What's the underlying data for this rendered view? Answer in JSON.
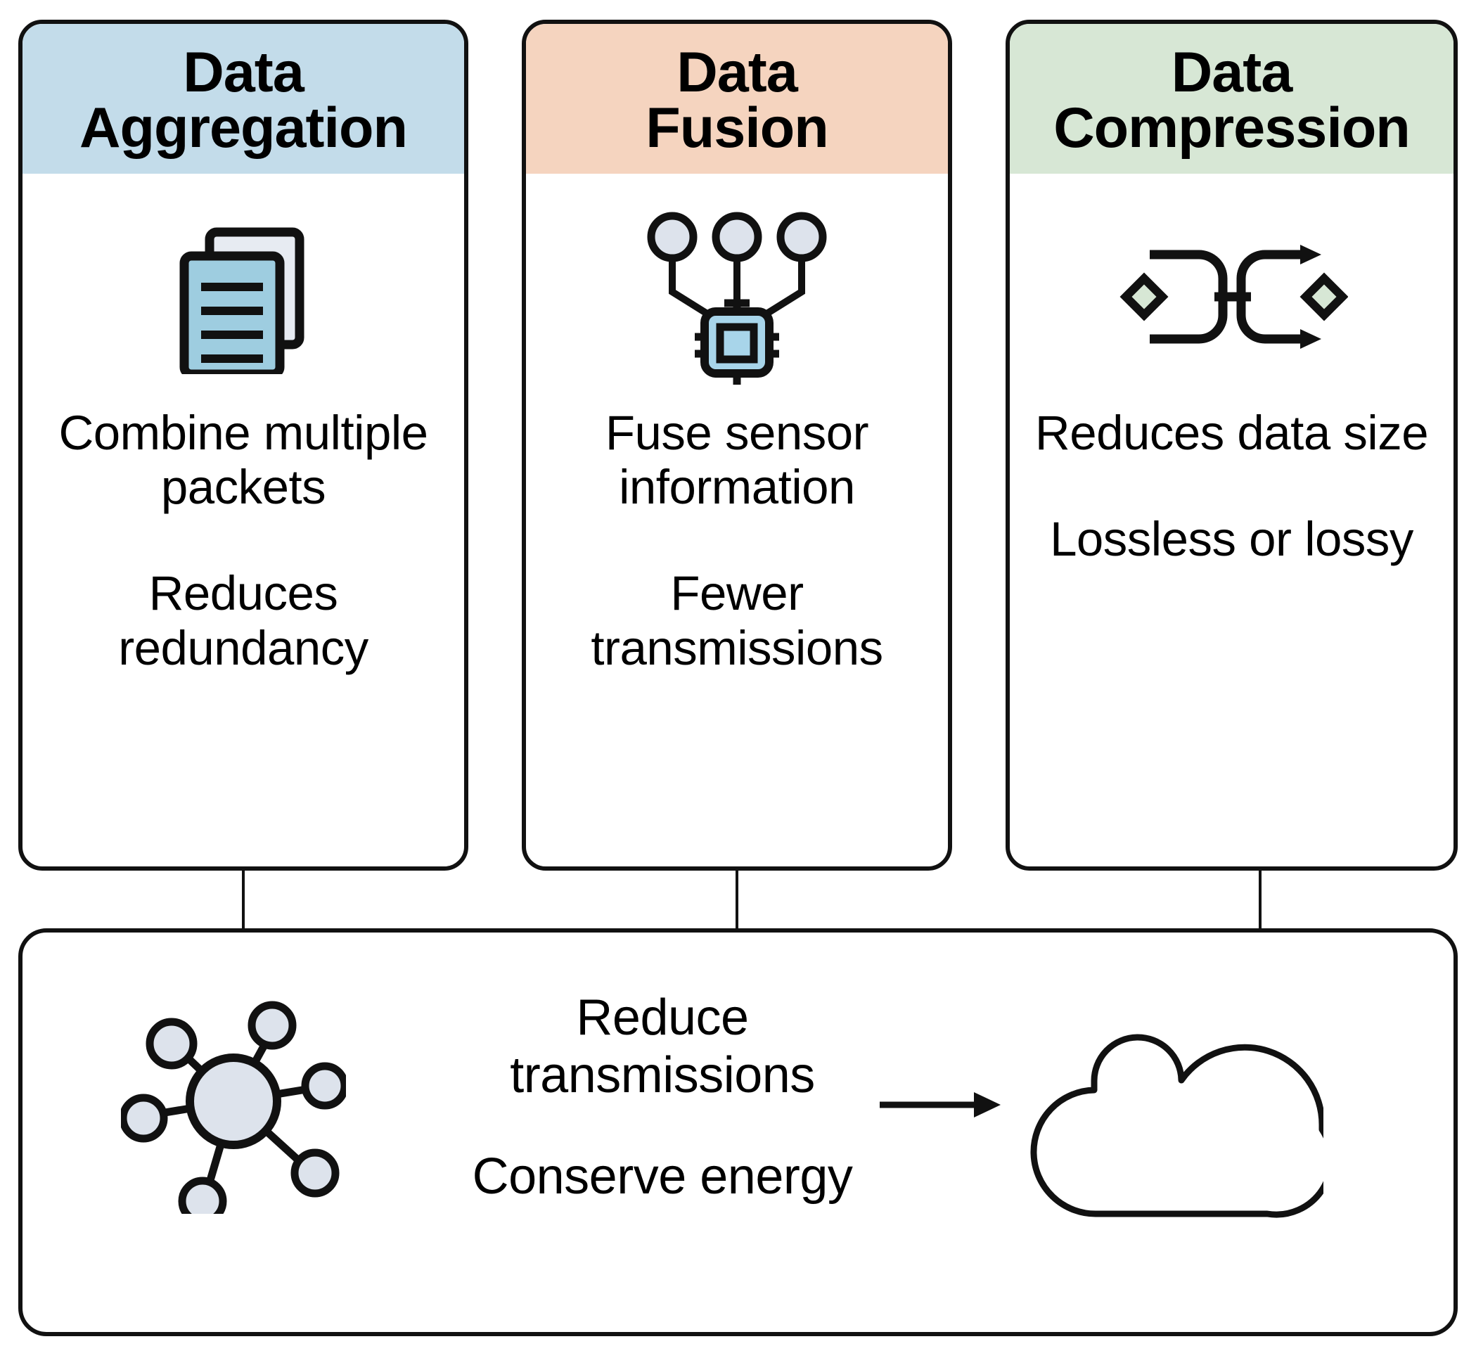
{
  "diagram": {
    "title_implicit": "Data reduction techniques feeding a network gateway",
    "colors": {
      "header_aggregation": "#c3dcea",
      "header_fusion": "#f5d4bf",
      "header_compression": "#d7e7d5",
      "outline": "#111111",
      "node_fill": "#dde3ec",
      "doc_front_fill": "#9ecde0",
      "doc_back_fill": "#e7ebf2",
      "chip_fill": "#a8d5ea",
      "diamond_fill": "#d7e7d5",
      "background": "#ffffff"
    },
    "cards": [
      {
        "id": "data-aggregation",
        "title_line1": "Data",
        "title_line2": "Aggregation",
        "icon": "stacked-documents-icon",
        "text_block_1": "Combine multiple packets",
        "text_block_2": "Reduces redundancy"
      },
      {
        "id": "data-fusion",
        "title_line1": "Data",
        "title_line2": "Fusion",
        "icon": "sensor-fusion-chip-icon",
        "text_block_1": "Fuse sensor information",
        "text_block_2": "Fewer transmissions"
      },
      {
        "id": "data-compression",
        "title_line1": "Data",
        "title_line2": "Compression",
        "icon": "compression-funnel-icon",
        "text_block_1": "Reduces data size",
        "text_block_2": "Lossless or lossy"
      }
    ],
    "bottom_panel": {
      "id": "outcome-panel",
      "network_icon": "star-network-topology-icon",
      "cloud_icon": "cloud-icon",
      "arrow_icon": "right-arrow-icon",
      "text_line_1": "Reduce",
      "text_line_2": "transmissions",
      "text_line_3": "Conserve energy"
    }
  }
}
